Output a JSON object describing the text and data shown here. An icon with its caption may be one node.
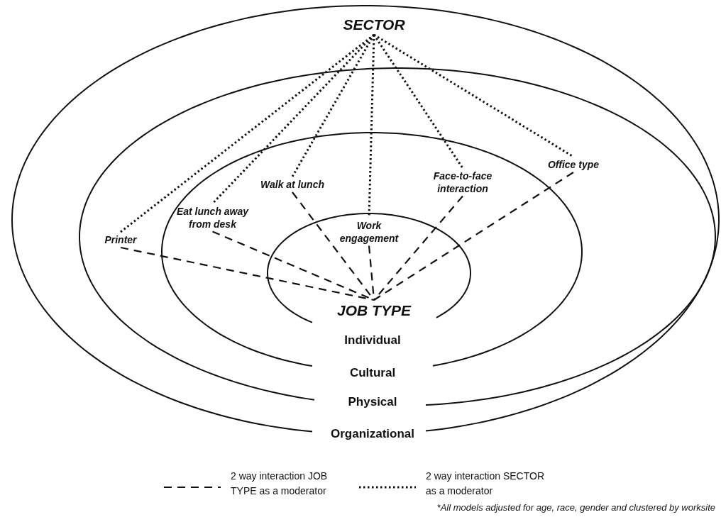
{
  "diagram": {
    "nodes": [
      {
        "text": [
          "Organizational"
        ]
      },
      {
        "text": [
          "SECTOR"
        ],
        "in": 0
      },
      {
        "text": [
          "Physical"
        ],
        "in": 0
      },
      {
        "text": [
          "Cultural"
        ],
        "in": 2
      },
      {
        "text": [
          "Individual"
        ],
        "in": 3
      },
      {
        "text": [
          "Office type"
        ],
        "in": 2
      },
      {
        "text": [
          "Face-to-face interaction"
        ],
        "in": 3
      },
      {
        "text": [
          "Walk at lunch"
        ],
        "in": 3
      },
      {
        "text": [
          "Printer"
        ],
        "in": 2
      },
      {
        "text": [
          "Eat lunch away from desk"
        ],
        "in": 3
      },
      {
        "text": [
          "Work engagement"
        ],
        "in": 4
      },
      {
        "text": [
          "JOB TYPE"
        ],
        "in": 4
      }
    ],
    "edges": [
      {
        "from": 1,
        "to": 8,
        "arrow": "none"
      },
      {
        "from": 1,
        "to": 9,
        "arrow": "none"
      },
      {
        "from": 1,
        "to": 7,
        "arrow": "none"
      },
      {
        "from": 1,
        "to": 10,
        "arrow": "none"
      },
      {
        "from": 1,
        "to": 6,
        "arrow": "none"
      },
      {
        "from": 1,
        "to": 5,
        "arrow": "none"
      },
      {
        "from": 8,
        "to": 11,
        "arrow": "none",
        "style": "dashed"
      },
      {
        "from": 9,
        "to": 11,
        "arrow": "none",
        "style": "dashed"
      },
      {
        "from": 7,
        "to": 11,
        "arrow": "none",
        "style": "dashed"
      },
      {
        "from": 10,
        "to": 11,
        "arrow": "none",
        "style": "dashed"
      },
      {
        "from": 6,
        "to": 11,
        "arrow": "none",
        "style": "dashed"
      },
      {
        "from": 5,
        "to": 11,
        "arrow": "none",
        "style": "dashed"
      }
    ],
    "labels": [
      "*All models adjusted for age, race, gender and clustered by worksite"
    ],
    "legend": [
      {
        "text": "2 way interaction JOB TYPE as a moderator"
      },
      {
        "text": "2 way interaction SECTOR as a moderator"
      }
    ]
  }
}
